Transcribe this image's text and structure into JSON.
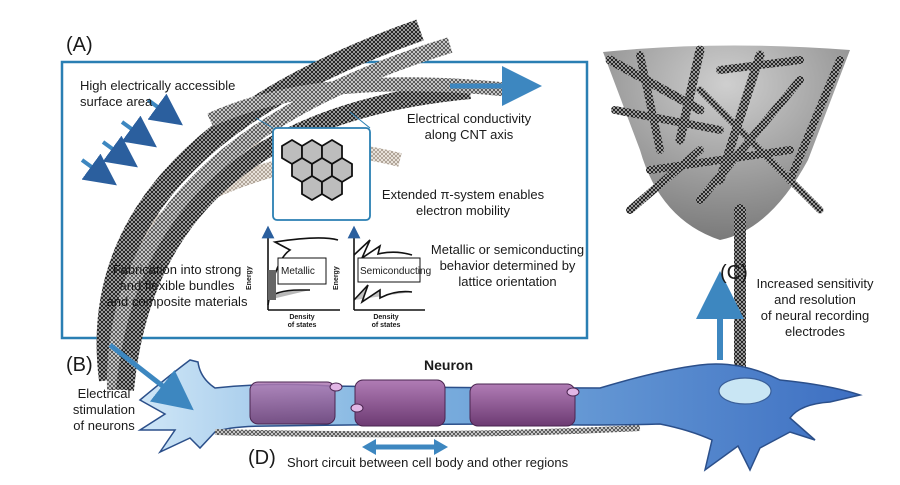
{
  "panels": {
    "a": "(A)",
    "b": "(B)",
    "c": "(C)",
    "d": "(D)"
  },
  "labels": {
    "surface_area": [
      "High electrically accessible",
      "surface area"
    ],
    "conductivity": [
      "Electrical conductivity",
      "along CNT axis"
    ],
    "pi_system": [
      "Extended π-system enables",
      "electron mobility"
    ],
    "lattice": [
      "Metallic or semiconducting",
      "behavior determined by",
      "lattice orientation"
    ],
    "fabrication": [
      "Fabrication into strong",
      "and flexible bundles",
      "and composite materials"
    ],
    "sensitivity": [
      "Increased sensitivity",
      "and resolution",
      "of neural recording",
      "electrodes"
    ],
    "stimulation": [
      "Electrical",
      "stimulation",
      "of neurons"
    ],
    "neuron": "Neuron",
    "short_circuit": "Short circuit between cell body and other regions"
  },
  "dos_plots": {
    "metallic": "Metallic",
    "semiconducting": "Semiconducting",
    "energy_axis": "Energy",
    "dos_axis": [
      "Density",
      "of states"
    ]
  },
  "colors": {
    "frame": "#2a7fb3",
    "arrow": "#3d87c0",
    "neuron_blue": "#4a78c8",
    "myelin": "#8a4f8f",
    "electrode_gray": "#9a9a9a"
  }
}
